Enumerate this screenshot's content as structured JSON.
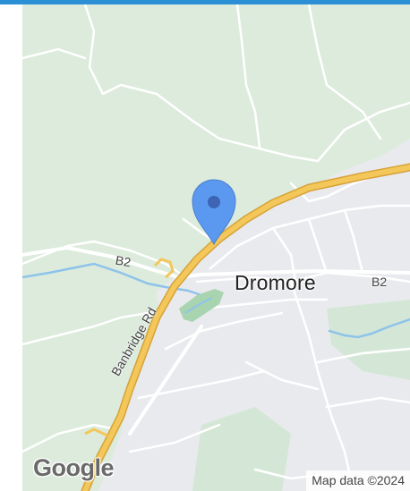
{
  "map": {
    "town_label": "Dromore",
    "road_labels": {
      "b2_west": "B2",
      "b2_east": "B2",
      "banbridge_rd": "Banbridge Rd"
    },
    "logo_text": "Google",
    "attribution": "Map data ©2024",
    "marker_icon": "map-pin-icon",
    "colors": {
      "header_bar": "#2b8fd6",
      "land": "#dcebdc",
      "urban": "#e9eaee",
      "motorway": "#f3c75a",
      "motorway_casing": "#d7a238",
      "water": "#8ec3ea",
      "park": "#a8d4b0",
      "marker": "#5b98ef"
    }
  }
}
